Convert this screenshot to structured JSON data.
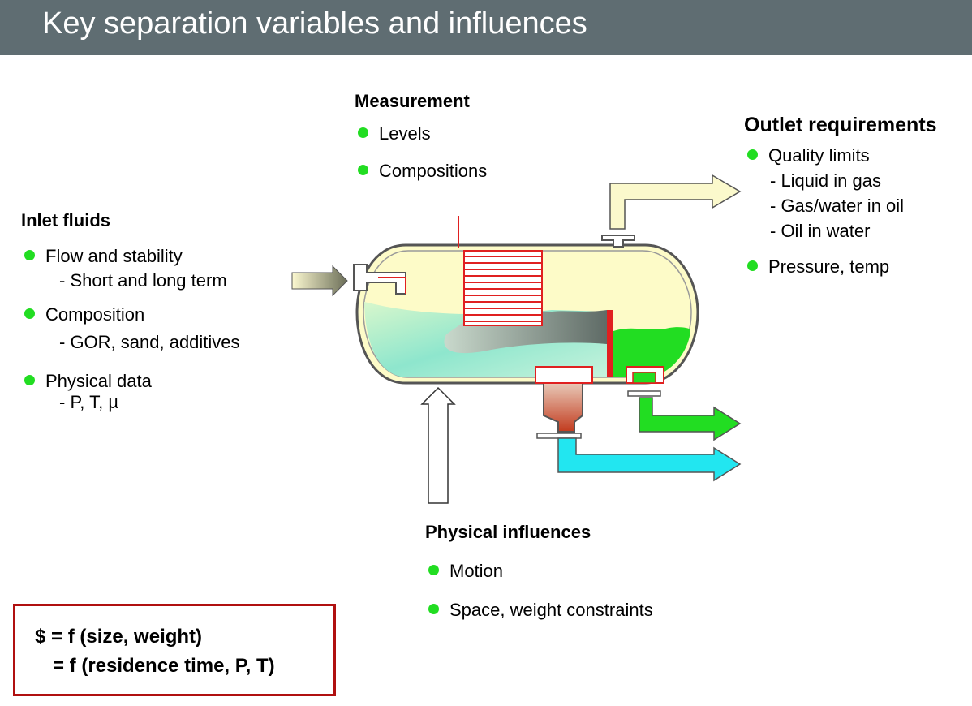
{
  "title": "Key separation variables and influences",
  "measurement": {
    "heading": "Measurement",
    "items": [
      "Levels",
      "Compositions"
    ]
  },
  "outlet": {
    "heading": "Outlet requirements",
    "items": [
      {
        "label": "Quality limits",
        "subs": [
          "- Liquid in gas",
          "- Gas/water in oil",
          "- Oil in water"
        ]
      },
      {
        "label": "Pressure, temp",
        "subs": []
      }
    ]
  },
  "inlet": {
    "heading": "Inlet fluids",
    "items": [
      {
        "label": "Flow and stability",
        "sub": "- Short and long term"
      },
      {
        "label": "Composition",
        "sub": "- GOR, sand, additives"
      },
      {
        "label": "Physical data",
        "sub": "- P, T, µ"
      }
    ]
  },
  "physical": {
    "heading": "Physical influences",
    "items": [
      "Motion",
      "Space, weight constraints"
    ]
  },
  "formula": {
    "line1": "$ = f (size, weight)",
    "line2": "= f (residence time, P, T)"
  },
  "colors": {
    "title_bar": "#5f6d72",
    "bullet": "#22dd22",
    "gas_phase": "#fdfbc8",
    "oil_phase": "#22dd22",
    "water_phase": "#aef0d8",
    "water_outlet": "#22e6f0",
    "internals": "#e02020",
    "formula_border": "#b01010"
  }
}
